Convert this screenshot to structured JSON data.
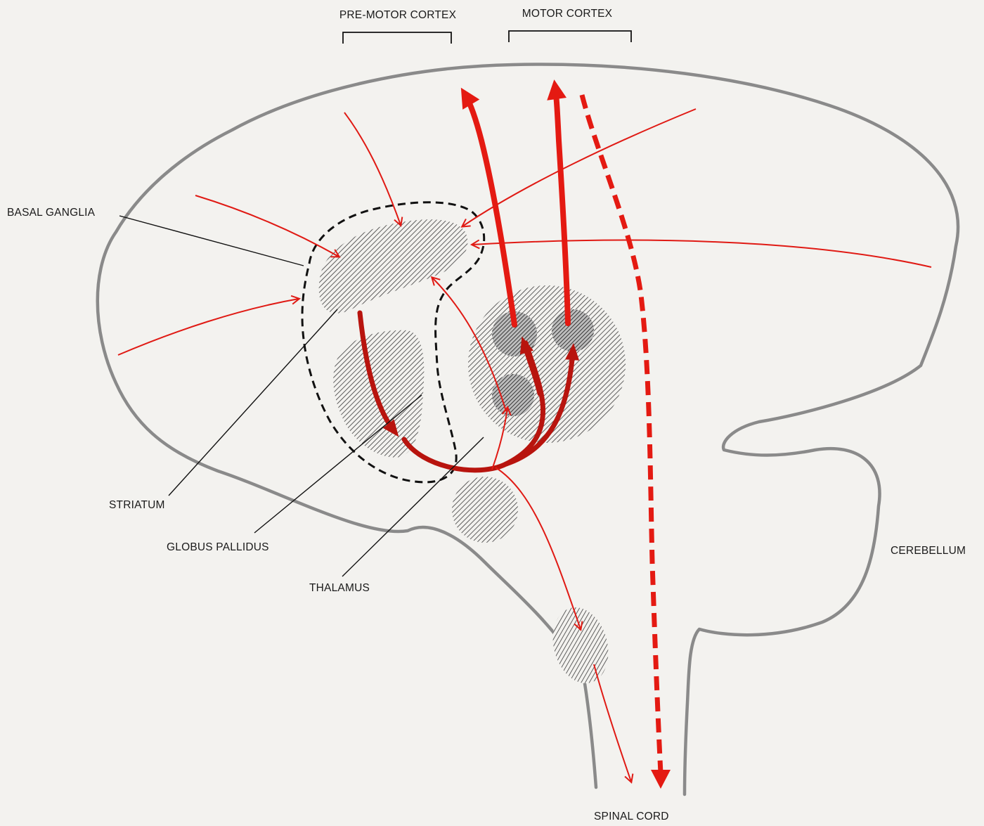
{
  "labels": {
    "premotor_cortex": "PRE-MOTOR CORTEX",
    "motor_cortex": "MOTOR CORTEX",
    "basal_ganglia": "BASAL GANGLIA",
    "striatum": "STRIATUM",
    "globus_pallidus": "GLOBUS PALLIDUS",
    "thalamus": "THALAMUS",
    "cerebellum": "CEREBELLUM",
    "spinal_cord": "SPINAL CORD"
  },
  "colors": {
    "pathway_red": "#e41a12",
    "pathway_dark_red": "#b8140e",
    "outline_gray": "#8a8a8a",
    "paper": "#f3f2ef"
  }
}
